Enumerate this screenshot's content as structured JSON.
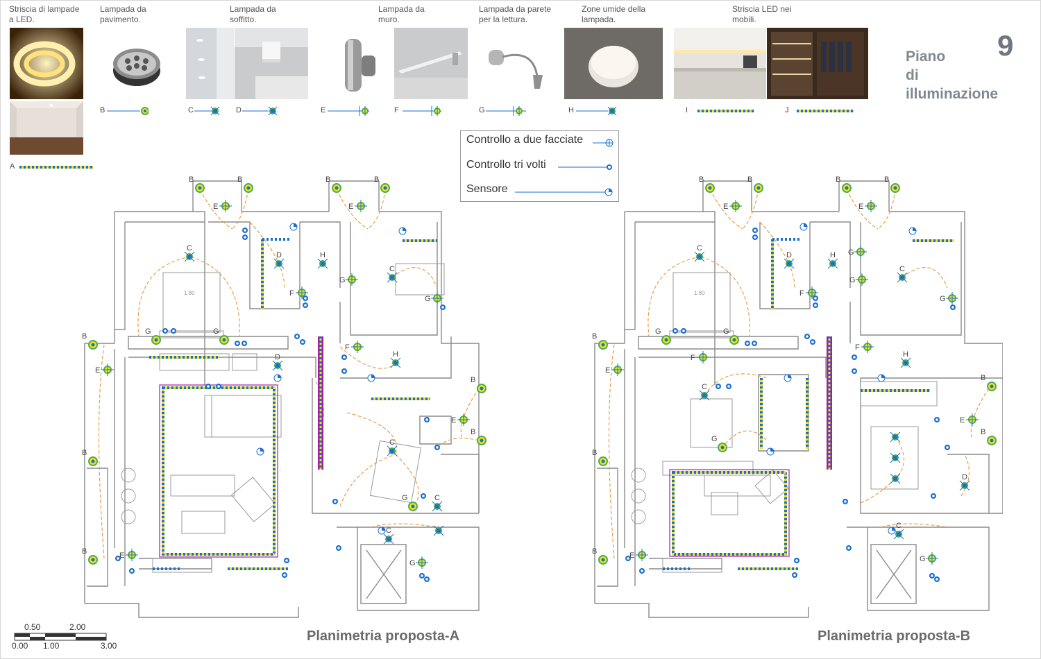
{
  "sheet": {
    "number": "9",
    "title_lines": [
      "Piano",
      "di",
      "illuminazione"
    ]
  },
  "legend": [
    {
      "label_lines": [
        "Striscia di lampade",
        "a LED."
      ],
      "symbol_letter": "A",
      "icon": "led-strip-icon"
    },
    {
      "label_lines": [
        "Lampada da",
        "pavimento."
      ],
      "symbol_letter": "B",
      "icon": "floor-lamp-icon"
    },
    {
      "label_lines": [
        "Lampada da",
        "soffitto."
      ],
      "symbol_letters": [
        "C",
        "D"
      ],
      "icon": "ceiling-lamp-icon"
    },
    {
      "label_lines": [
        "Lampada da",
        "muro."
      ],
      "symbol_letters": [
        "E",
        "F"
      ],
      "icon": "wall-lamp-icon"
    },
    {
      "label_lines": [
        "Lampada da parete",
        "per la lettura."
      ],
      "symbol_letter": "G",
      "icon": "reading-lamp-icon"
    },
    {
      "label_lines": [
        "Zone umide della",
        "lampada."
      ],
      "symbol_letter": "H",
      "icon": "wet-area-lamp-icon"
    },
    {
      "label_lines": [
        "Striscia LED nei",
        "mobili."
      ],
      "symbol_letters": [
        "I",
        "J"
      ],
      "icon": "furniture-led-icon"
    }
  ],
  "controls": {
    "items": [
      "Controllo a due facciate",
      "Controllo tri volti",
      "Sensore"
    ]
  },
  "plans": {
    "a_title": "Planimetria proposta-A",
    "b_title": "Planimetria proposta-B",
    "bed_dimension": "1.80"
  },
  "scale_bar": {
    "top_labels": [
      "0.50",
      "2.00"
    ],
    "bottom_labels": [
      "0.00",
      "1.00",
      "3.00"
    ]
  },
  "colors": {
    "wall": "#8a8a8a",
    "lamp_blue": "#1a6fd0",
    "lamp_yellow": "#f2e21c",
    "lamp_green": "#4caf50",
    "wire_orange": "#e6953a",
    "perimeter_purple": "#a020a0",
    "title_gray": "#808890"
  }
}
